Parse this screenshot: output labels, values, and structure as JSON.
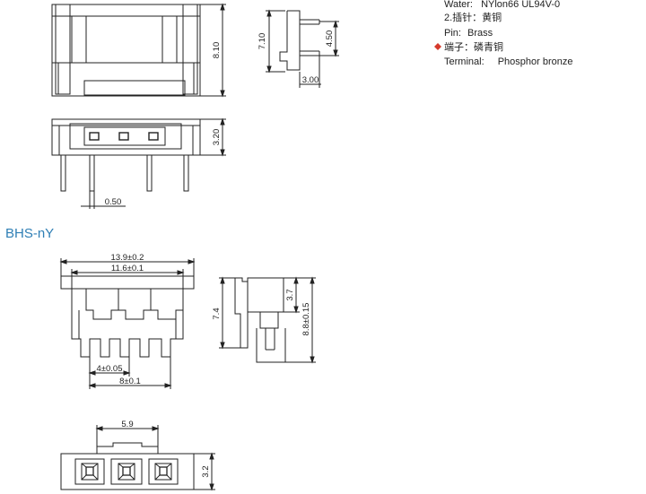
{
  "material_notes": {
    "water_label": "Water:",
    "water_value": "NYlon66   UL94V-0",
    "pin_cn": "2.插针：黄铜",
    "pin_en_label": "Pin:",
    "pin_en_value": "Brass",
    "terminal_cn": "端子：磷青铜",
    "terminal_en_label": "Terminal:",
    "terminal_en_value": "Phosphor bronze",
    "bullet_color": "#d63a2c"
  },
  "section_title": "BHS-nY",
  "section_title_color": "#2f7fb5",
  "dimensions": {
    "top_front_height": "8.10",
    "side_height": "7.10",
    "side_pin_height": "4.50",
    "side_base": "3.00",
    "bottom_height": "3.20",
    "pin_pitch": "0.50",
    "overall_width": "13.9±0.2",
    "inner_width": "11.6±0.1",
    "front_height": "7.4",
    "side_top_height": "3.7",
    "side_total_height": "8.8±0.15",
    "slot_width": "4±0.05",
    "slot_span": "8±0.1",
    "bottom_width": "5.9",
    "bottom_depth": "3.2"
  }
}
